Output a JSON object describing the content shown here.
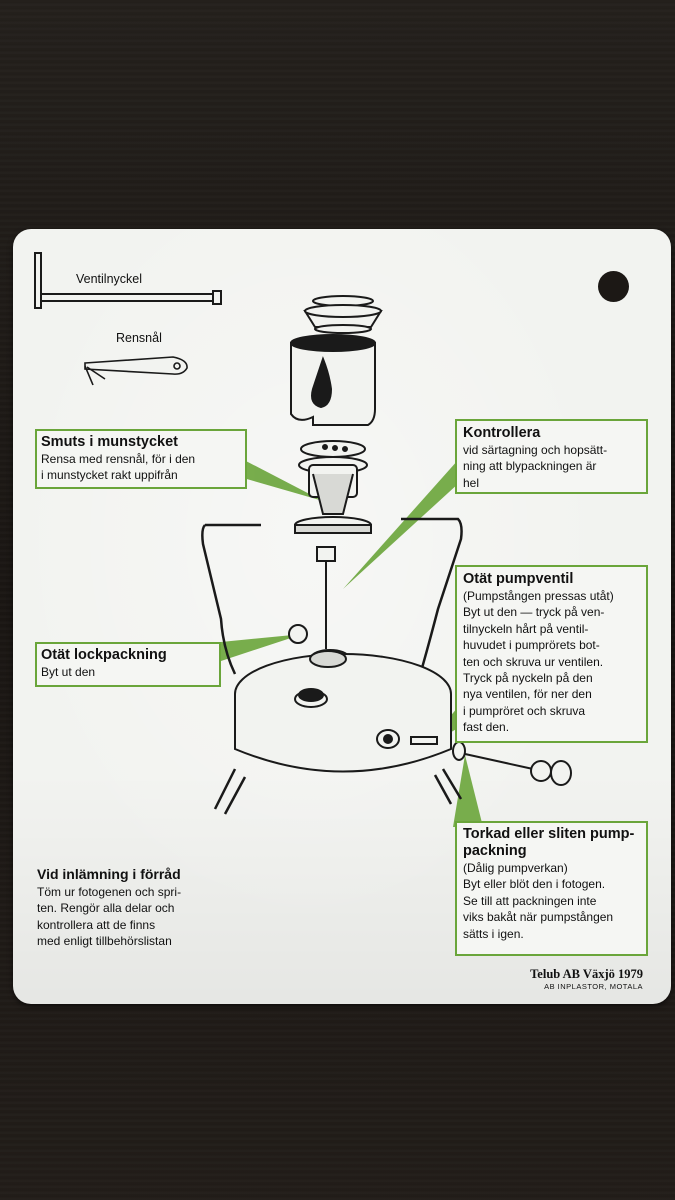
{
  "tools": {
    "valve_key_label": "Ventilnyckel",
    "cleaning_needle_label": "Rensnål"
  },
  "callouts": {
    "dirt_nozzle": {
      "title": "Smuts i munstycket",
      "body": "Rensa med rensnål, för i den\ni munstycket rakt uppifrån"
    },
    "inspect": {
      "title": "Kontrollera",
      "body": "vid särtagning och hopsätt-\nning att blypackningen är\nhel"
    },
    "lid_gasket": {
      "title": "Otät lockpackning",
      "body": "Byt ut den"
    },
    "pump_valve": {
      "title": "Otät pumpventil",
      "body": "(Pumpstången pressas utåt)\nByt ut den — tryck på ven-\ntilnyckeln hårt på ventil-\nhuvudet i pumprörets bot-\nten och skruva ur ventilen.\nTryck på nyckeln på den\nnya ventilen, för ner den\ni pumpröret och skruva\nfast den."
    },
    "pump_packing": {
      "title": "Torkad eller sliten pump-\npackning",
      "body": "(Dålig pumpverkan)\nByt eller blöt den i fotogen.\nSe till att packningen inte\nviks bakåt när pumpstången\nsätts i igen."
    }
  },
  "storage_note": {
    "title": "Vid inlämning i förråd",
    "body": "Töm ur fotogenen och spri-\nten. Rengör alla delar och\nkontrollera att de finns\nmed enligt tillbehörslistan"
  },
  "footer": {
    "maker": "Telub AB Växjö 1979",
    "printer": "AB INPLASTOR, MOTALA"
  },
  "colors": {
    "accent_green": "#6aa53a",
    "card": "#f2f3f0",
    "background": "#1e1a17"
  }
}
